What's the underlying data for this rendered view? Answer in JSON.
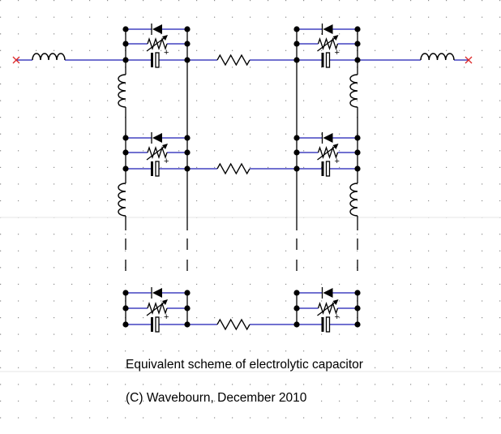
{
  "diagram": {
    "caption": "Equivalent scheme of electrolytic capacitor",
    "credit": "(C) Wavebourn, December 2010",
    "polarity_mark": "+",
    "colors": {
      "background": "#ffffff",
      "grid_dot": "#8c8c8c",
      "grid_line": "#e4e4e4",
      "wire_main": "#1c1cb4",
      "wire": "#000000",
      "terminal": "#dd2b2b"
    },
    "components": {
      "terminals": 2,
      "series_inductors": 2,
      "inter_cell_resistors": 3,
      "rung_inductors": 4,
      "cells_per_side": 3,
      "cell_parts": [
        "diode",
        "variable-resistor",
        "polarized-capacitor"
      ]
    }
  }
}
